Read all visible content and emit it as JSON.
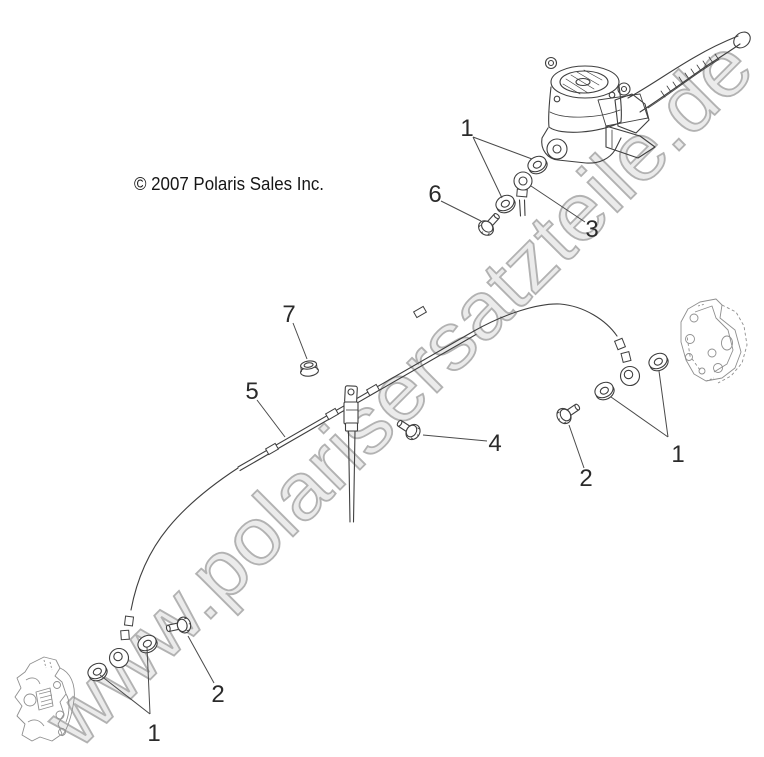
{
  "copyright": "© 2007 Polaris Sales Inc.",
  "watermark": {
    "text": "www.polarisersatzteile.de"
  },
  "callouts": [
    {
      "label": "1"
    },
    {
      "label": "6"
    },
    {
      "label": "3"
    },
    {
      "label": "7"
    },
    {
      "label": "5"
    },
    {
      "label": "4"
    },
    {
      "label": "2"
    },
    {
      "label": "1"
    },
    {
      "label": "2"
    },
    {
      "label": "1"
    }
  ],
  "colors": {
    "background": "#ffffff",
    "artwork_line": "#3f3f3f",
    "sketch_line": "#8f8f8f",
    "leader_line": "#4a4a4a",
    "label_text": "#2b2b2b",
    "watermark_fill": "#ebebeb",
    "watermark_stroke": "#b2b2b2"
  }
}
